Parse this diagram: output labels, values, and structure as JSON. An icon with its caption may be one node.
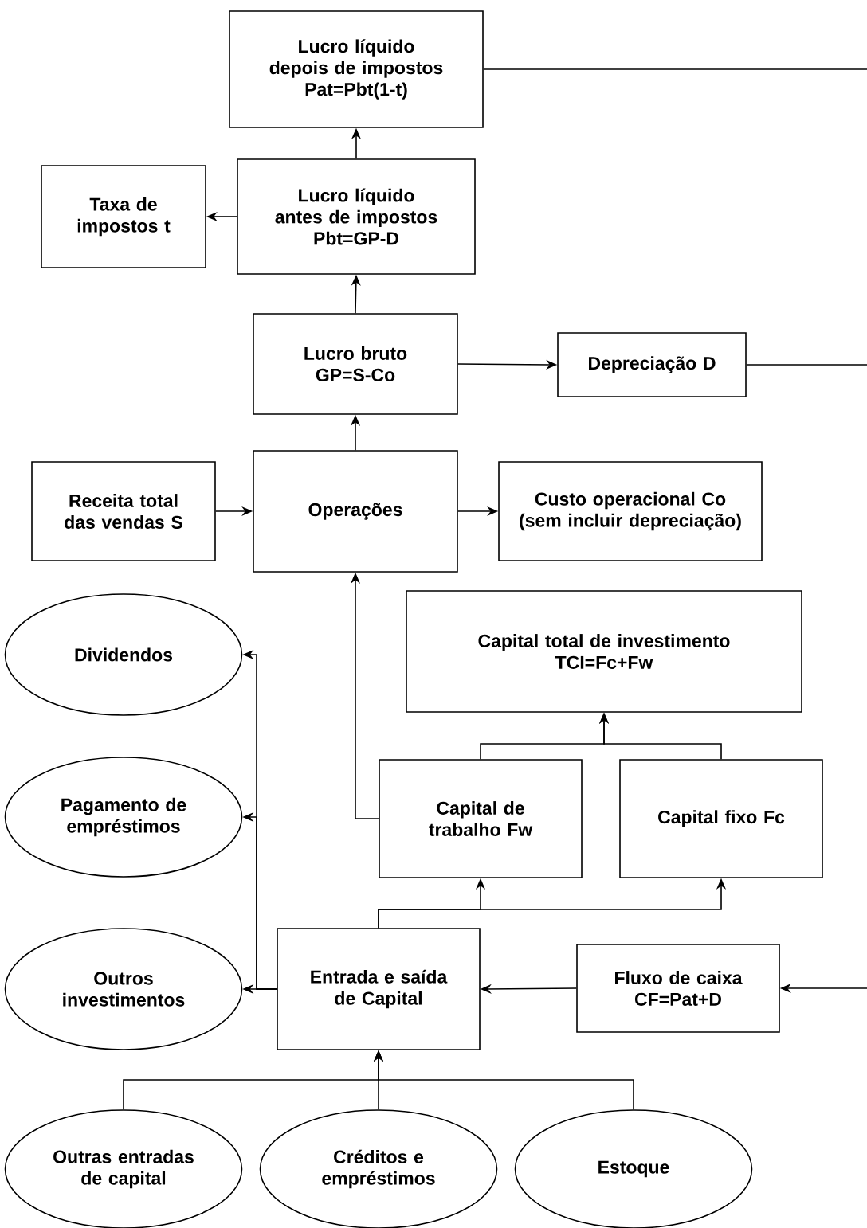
{
  "diagram": {
    "nodes": [
      {
        "text": [
          "Lucro líquido depois de impostos",
          "Pat=Pbt(1-t)"
        ]
      },
      {
        "text": [
          "Taxa de impostos t"
        ]
      },
      {
        "text": [
          "Lucro líquido antes de impostos",
          "Pbt=GP-D"
        ]
      },
      {
        "text": [
          "Lucro bruto",
          "GP=S-Co"
        ]
      },
      {
        "text": [
          "Depreciação D"
        ]
      },
      {
        "text": [
          "Receita total das vendas S"
        ]
      },
      {
        "text": [
          "Operações"
        ]
      },
      {
        "text": [
          "Custo operacional Co (sem incluir depreciação)"
        ]
      },
      {
        "text": [
          "Dividendos"
        ]
      },
      {
        "text": [
          "Capital total de investimento",
          "TCI=Fc+Fw"
        ]
      },
      {
        "text": [
          "Pagamento de empréstimos"
        ]
      },
      {
        "text": [
          "Capital de trabalho Fw"
        ]
      },
      {
        "text": [
          "Capital fixo Fc"
        ]
      },
      {
        "text": [
          "Outros investimentos"
        ]
      },
      {
        "text": [
          "Entrada e saída de Capital"
        ]
      },
      {
        "text": [
          "Fluxo de caixa",
          "CF=Pat+D"
        ]
      },
      {
        "text": [
          "Outras entradas de capital"
        ]
      },
      {
        "text": [
          "Créditos e empréstimos"
        ]
      },
      {
        "text": [
          "Estoque"
        ]
      }
    ],
    "edges": [
      {
        "from": 2,
        "to": 0,
        "arrow": "to"
      },
      {
        "from": 2,
        "to": 1,
        "arrow": "to"
      },
      {
        "from": 3,
        "to": 2,
        "arrow": "to"
      },
      {
        "from": 3,
        "to": 4,
        "arrow": "to"
      },
      {
        "from": 5,
        "to": 6,
        "arrow": "to"
      },
      {
        "from": 6,
        "to": 3,
        "arrow": "to"
      },
      {
        "from": 6,
        "to": 7,
        "arrow": "to"
      },
      {
        "from": 11,
        "to": 9,
        "arrow": "to"
      },
      {
        "from": 12,
        "to": 9,
        "arrow": "to"
      },
      {
        "from": 11,
        "to": 6,
        "arrow": "to"
      },
      {
        "from": 14,
        "to": 8,
        "arrow": "to"
      },
      {
        "from": 14,
        "to": 10,
        "arrow": "to"
      },
      {
        "from": 14,
        "to": 13,
        "arrow": "to"
      },
      {
        "from": 14,
        "to": 11,
        "arrow": "to"
      },
      {
        "from": 14,
        "to": 12,
        "arrow": "to"
      },
      {
        "from": 15,
        "to": 14,
        "arrow": "to"
      },
      {
        "from": 16,
        "to": 14,
        "arrow": "to"
      },
      {
        "from": 17,
        "to": 14,
        "arrow": "to"
      },
      {
        "from": 18,
        "to": 14,
        "arrow": "to"
      },
      {
        "from": 0,
        "to": null,
        "arrow": "none"
      },
      {
        "from": 4,
        "to": null,
        "arrow": "none"
      },
      {
        "from": null,
        "to": 15,
        "arrow": "to"
      }
    ]
  }
}
